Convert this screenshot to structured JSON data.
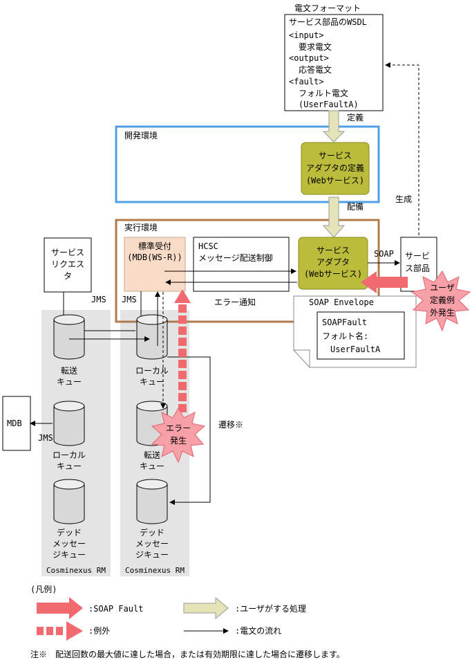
{
  "format_box": {
    "title": "電文フォーマット",
    "wsdl": "サービス部品のWSDL",
    "input_tag": "<input>",
    "request": "要求電文",
    "output_tag": "<output>",
    "response": "応答電文",
    "fault_tag": "<fault>",
    "fault_msg": "フォルト電文",
    "fault_name": "(UserFaultA)"
  },
  "labels": {
    "define": "定義",
    "deploy": "配備",
    "generate": "生成",
    "dev_env": "開発環境",
    "run_env": "実行環境",
    "soap": "SOAP",
    "jms_left": "JMS",
    "jms_mid": "JMS",
    "jms_mdb": "JMS",
    "error_notify": "エラー通知",
    "transition": "遷移※"
  },
  "adapter_def": [
    "サービス",
    "アダプタの定義",
    "(Webサービス)"
  ],
  "adapter_run": [
    "サービス",
    "アダプタ",
    "(Webサービス)"
  ],
  "std_receive": [
    "標準受付",
    "(MDB(WS-R))"
  ],
  "hcsc": [
    "HCSC",
    "メッセージ配送制御"
  ],
  "service_part": [
    "サービ",
    "ス部品"
  ],
  "requester": [
    "サービス",
    "リクエス",
    "タ"
  ],
  "mdb": "MDB",
  "soap_envelope": {
    "title": "SOAP Envelope",
    "lines": [
      "SOAPFault",
      "フォルト名:",
      "UserFaultA"
    ]
  },
  "bursts": {
    "user_fault": [
      "ユーザ",
      "定義例",
      "外発生"
    ],
    "error": [
      "エラー",
      "発生"
    ]
  },
  "queues_left": {
    "transfer": [
      "転送",
      "キュー"
    ],
    "local": [
      "ローカル",
      "キュー"
    ],
    "dead": [
      "デッド",
      "メッセー",
      "ジキュー"
    ],
    "footer": "Cosminexus RM"
  },
  "queues_right": {
    "local": [
      "ローカル",
      "キュー"
    ],
    "transfer": [
      "転送",
      "キュー"
    ],
    "dead": [
      "デッド",
      "メッセー",
      "ジキュー"
    ],
    "footer": "Cosminexus RM"
  },
  "legend": {
    "title": "(凡例)",
    "soap_fault": ":SOAP Fault",
    "user_process": ":ユーザがする処理",
    "exception": ":例外",
    "message_flow": ":電文の流れ"
  },
  "note": "注※　配送回数の最大値に達した場合，または有効期限に達した場合に遷移します。",
  "colors": {
    "dev_border": "#4f9fe8",
    "run_border": "#b07a4a",
    "adapter_fill": "#bcbc3c",
    "std_fill": "#f8dcc8",
    "fault_red": "#f06a70",
    "burst_fill": "#f8a0a8",
    "user_arrow": "#e4e4b8",
    "panel_gray": "#e4e4e4"
  }
}
